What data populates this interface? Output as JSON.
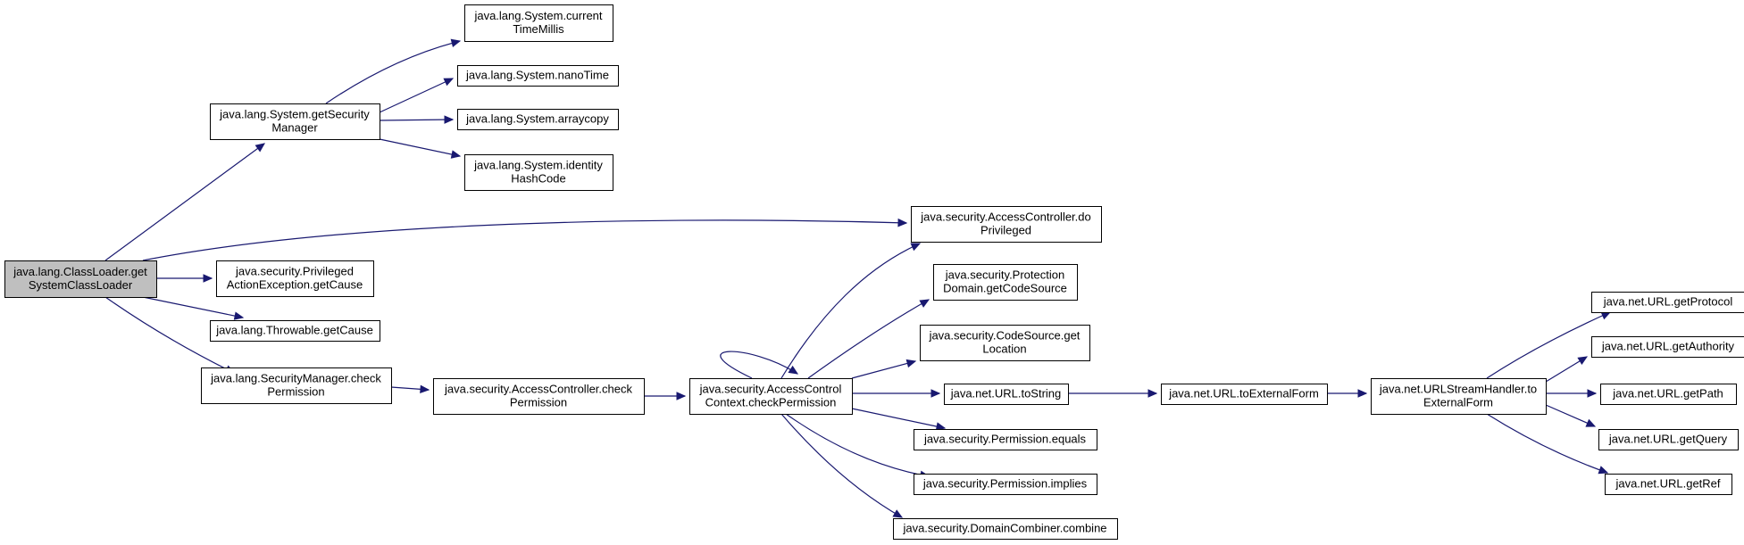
{
  "diagram": {
    "nodes": [
      {
        "id": "root",
        "lines": [
          "java.lang.ClassLoader.get",
          "SystemClassLoader"
        ],
        "highlight": true
      },
      {
        "id": "getSecurityManager",
        "lines": [
          "java.lang.System.getSecurity",
          "Manager"
        ]
      },
      {
        "id": "currentTimeMillis",
        "lines": [
          "java.lang.System.current",
          "TimeMillis"
        ]
      },
      {
        "id": "nanoTime",
        "lines": [
          "java.lang.System.nanoTime"
        ]
      },
      {
        "id": "arraycopy",
        "lines": [
          "java.lang.System.arraycopy"
        ]
      },
      {
        "id": "identityHashCode",
        "lines": [
          "java.lang.System.identity",
          "HashCode"
        ]
      },
      {
        "id": "doPrivileged",
        "lines": [
          "java.security.AccessController.do",
          "Privileged"
        ]
      },
      {
        "id": "pae_getCause",
        "lines": [
          "java.security.Privileged",
          "ActionException.getCause"
        ]
      },
      {
        "id": "throwable_getCause",
        "lines": [
          "java.lang.Throwable.getCause"
        ]
      },
      {
        "id": "sm_checkPermission",
        "lines": [
          "java.lang.SecurityManager.check",
          "Permission"
        ]
      },
      {
        "id": "ac_checkPermission",
        "lines": [
          "java.security.AccessController.check",
          "Permission"
        ]
      },
      {
        "id": "acc_checkPermission",
        "lines": [
          "java.security.AccessControl",
          "Context.checkPermission"
        ]
      },
      {
        "id": "pd_getCodeSource",
        "lines": [
          "java.security.Protection",
          "Domain.getCodeSource"
        ]
      },
      {
        "id": "cs_getLocation",
        "lines": [
          "java.security.CodeSource.get",
          "Location"
        ]
      },
      {
        "id": "url_toString",
        "lines": [
          "java.net.URL.toString"
        ]
      },
      {
        "id": "perm_equals",
        "lines": [
          "java.security.Permission.equals"
        ]
      },
      {
        "id": "perm_implies",
        "lines": [
          "java.security.Permission.implies"
        ]
      },
      {
        "id": "dc_combine",
        "lines": [
          "java.security.DomainCombiner.combine"
        ]
      },
      {
        "id": "url_toExternalForm",
        "lines": [
          "java.net.URL.toExternalForm"
        ]
      },
      {
        "id": "ush_toExternalForm",
        "lines": [
          "java.net.URLStreamHandler.to",
          "ExternalForm"
        ]
      },
      {
        "id": "url_getProtocol",
        "lines": [
          "java.net.URL.getProtocol"
        ]
      },
      {
        "id": "url_getAuthority",
        "lines": [
          "java.net.URL.getAuthority"
        ]
      },
      {
        "id": "url_getPath",
        "lines": [
          "java.net.URL.getPath"
        ]
      },
      {
        "id": "url_getQuery",
        "lines": [
          "java.net.URL.getQuery"
        ]
      },
      {
        "id": "url_getRef",
        "lines": [
          "java.net.URL.getRef"
        ]
      }
    ],
    "edges": [
      {
        "from": "root",
        "to": "getSecurityManager"
      },
      {
        "from": "root",
        "to": "doPrivileged"
      },
      {
        "from": "root",
        "to": "pae_getCause"
      },
      {
        "from": "root",
        "to": "throwable_getCause"
      },
      {
        "from": "root",
        "to": "sm_checkPermission"
      },
      {
        "from": "getSecurityManager",
        "to": "currentTimeMillis"
      },
      {
        "from": "getSecurityManager",
        "to": "nanoTime"
      },
      {
        "from": "getSecurityManager",
        "to": "arraycopy"
      },
      {
        "from": "getSecurityManager",
        "to": "identityHashCode"
      },
      {
        "from": "sm_checkPermission",
        "to": "ac_checkPermission"
      },
      {
        "from": "ac_checkPermission",
        "to": "acc_checkPermission"
      },
      {
        "from": "acc_checkPermission",
        "to": "acc_checkPermission"
      },
      {
        "from": "acc_checkPermission",
        "to": "doPrivileged"
      },
      {
        "from": "acc_checkPermission",
        "to": "pd_getCodeSource"
      },
      {
        "from": "acc_checkPermission",
        "to": "cs_getLocation"
      },
      {
        "from": "acc_checkPermission",
        "to": "url_toString"
      },
      {
        "from": "acc_checkPermission",
        "to": "perm_equals"
      },
      {
        "from": "acc_checkPermission",
        "to": "perm_implies"
      },
      {
        "from": "acc_checkPermission",
        "to": "dc_combine"
      },
      {
        "from": "url_toString",
        "to": "url_toExternalForm"
      },
      {
        "from": "url_toExternalForm",
        "to": "ush_toExternalForm"
      },
      {
        "from": "ush_toExternalForm",
        "to": "url_getProtocol"
      },
      {
        "from": "ush_toExternalForm",
        "to": "url_getAuthority"
      },
      {
        "from": "ush_toExternalForm",
        "to": "url_getPath"
      },
      {
        "from": "ush_toExternalForm",
        "to": "url_getQuery"
      },
      {
        "from": "ush_toExternalForm",
        "to": "url_getRef"
      }
    ],
    "colors": {
      "edge": "#191970",
      "node_border": "#000000",
      "node_fill": "#ffffff",
      "root_fill": "#bfbfbf"
    }
  }
}
